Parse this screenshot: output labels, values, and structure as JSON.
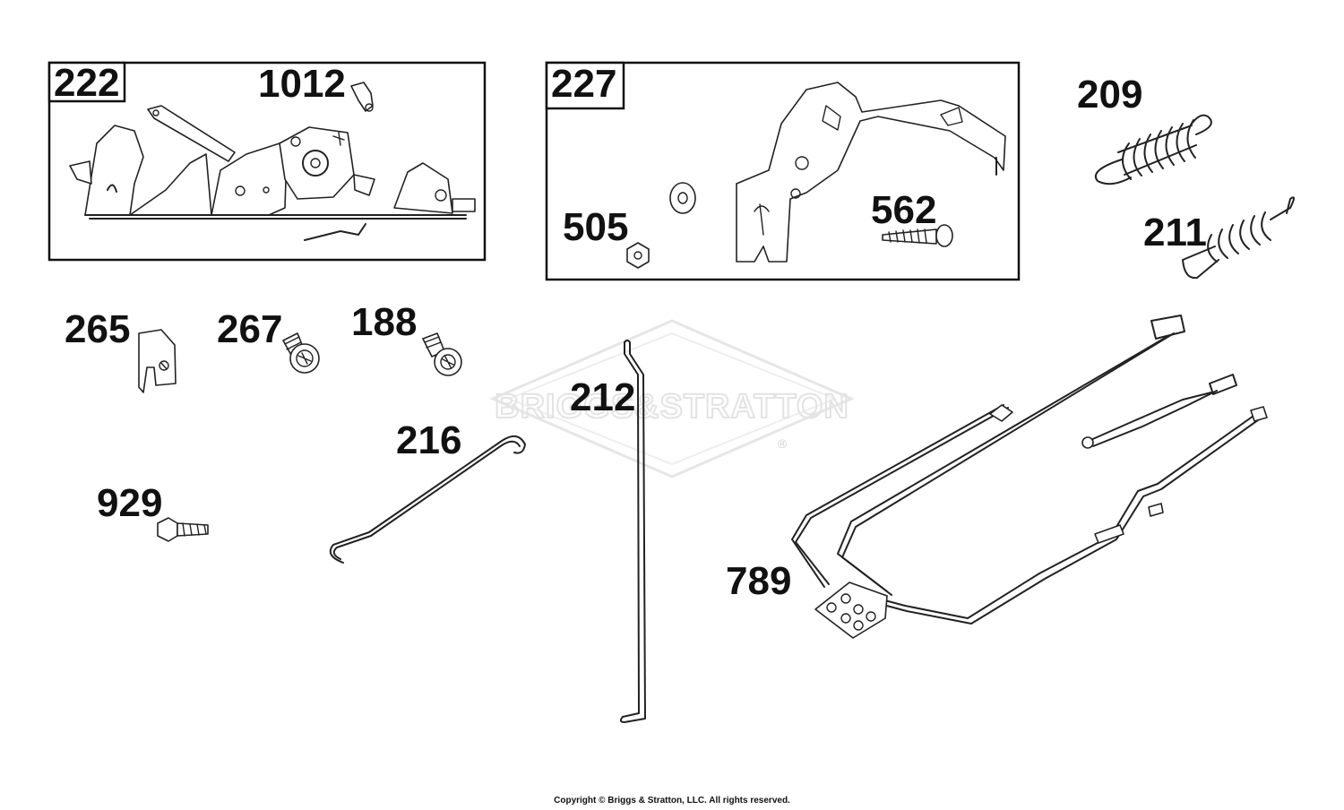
{
  "watermark": {
    "brand": "BRIGGS&STRATTON",
    "mark": "®"
  },
  "parts": [
    {
      "id": "p222",
      "label": "222"
    },
    {
      "id": "p1012",
      "label": "1012"
    },
    {
      "id": "p227",
      "label": "227"
    },
    {
      "id": "p505",
      "label": "505"
    },
    {
      "id": "p562",
      "label": "562"
    },
    {
      "id": "p209",
      "label": "209"
    },
    {
      "id": "p211",
      "label": "211"
    },
    {
      "id": "p265",
      "label": "265"
    },
    {
      "id": "p267",
      "label": "267"
    },
    {
      "id": "p188",
      "label": "188"
    },
    {
      "id": "p216",
      "label": "216"
    },
    {
      "id": "p212",
      "label": "212"
    },
    {
      "id": "p929",
      "label": "929"
    },
    {
      "id": "p789",
      "label": "789"
    }
  ],
  "footer": {
    "copyright": "Copyright © Briggs & Stratton, LLC. All rights reserved."
  }
}
